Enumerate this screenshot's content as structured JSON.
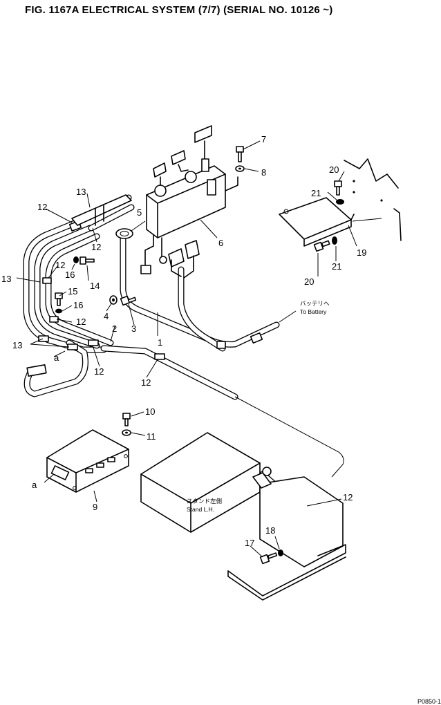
{
  "title": "FIG. 1167A   ELECTRICAL SYSTEM (7/7) (SERIAL NO. 10126 ~)",
  "corner_code": "P0850-1",
  "notes": {
    "battery_jp": "バッテリへ",
    "battery_en": "To Battery",
    "stand_jp": "スタンド左側",
    "stand_en": "Stand L.H."
  },
  "callouts": [
    {
      "id": "c1",
      "text": "1"
    },
    {
      "id": "c2",
      "text": "2"
    },
    {
      "id": "c3",
      "text": "3"
    },
    {
      "id": "c4",
      "text": "4"
    },
    {
      "id": "c5",
      "text": "5"
    },
    {
      "id": "c6",
      "text": "6"
    },
    {
      "id": "c7",
      "text": "7"
    },
    {
      "id": "c8",
      "text": "8"
    },
    {
      "id": "c9",
      "text": "9"
    },
    {
      "id": "c10",
      "text": "10"
    },
    {
      "id": "c11",
      "text": "11"
    },
    {
      "id": "c12a",
      "text": "12"
    },
    {
      "id": "c12b",
      "text": "12"
    },
    {
      "id": "c12c",
      "text": "12"
    },
    {
      "id": "c12d",
      "text": "12"
    },
    {
      "id": "c12e",
      "text": "12"
    },
    {
      "id": "c12f",
      "text": "12"
    },
    {
      "id": "c12g",
      "text": "12"
    },
    {
      "id": "c13a",
      "text": "13"
    },
    {
      "id": "c13b",
      "text": "13"
    },
    {
      "id": "c13c",
      "text": "13"
    },
    {
      "id": "c14",
      "text": "14"
    },
    {
      "id": "c15",
      "text": "15"
    },
    {
      "id": "c16a",
      "text": "16"
    },
    {
      "id": "c16b",
      "text": "16"
    },
    {
      "id": "c17",
      "text": "17"
    },
    {
      "id": "c18",
      "text": "18"
    },
    {
      "id": "c19",
      "text": "19"
    },
    {
      "id": "c20a",
      "text": "20"
    },
    {
      "id": "c20b",
      "text": "20"
    },
    {
      "id": "c21a",
      "text": "21"
    },
    {
      "id": "c21b",
      "text": "21"
    },
    {
      "id": "ca1",
      "text": "a"
    },
    {
      "id": "ca2",
      "text": "a"
    }
  ]
}
